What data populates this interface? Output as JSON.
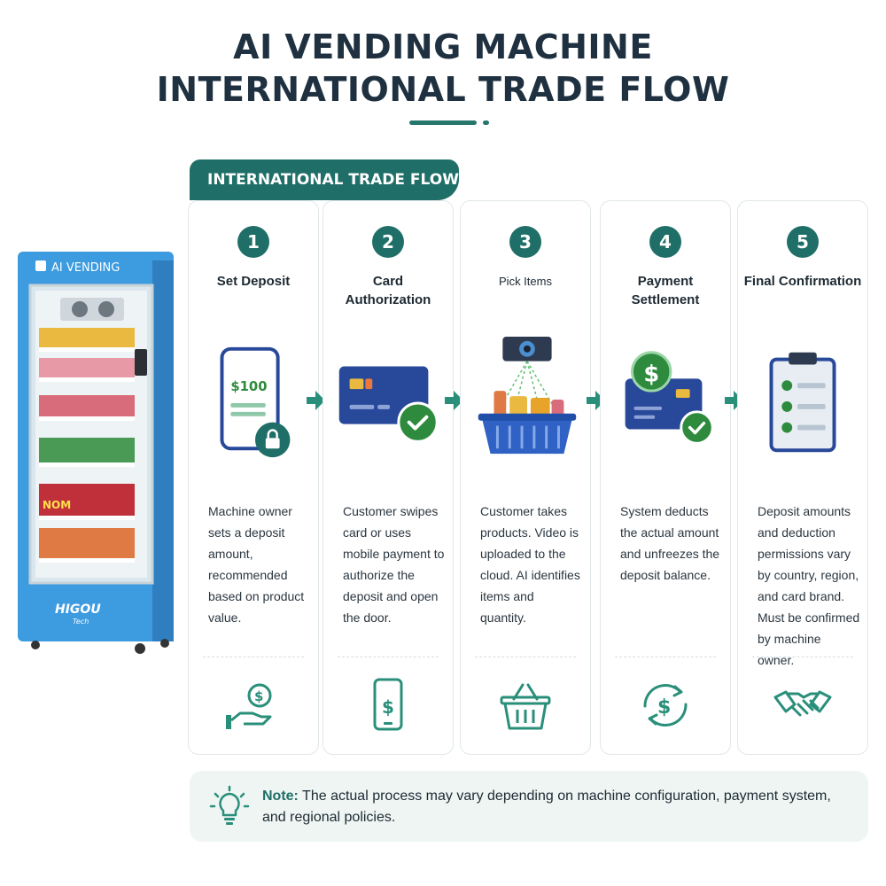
{
  "title": {
    "line1": "AI VENDING MACHINE",
    "line2": "INTERNATIONAL TRADE FLOW"
  },
  "banner": "INTERNATIONAL TRADE FLOW",
  "machine": {
    "header": "AI VENDING",
    "logo_main": "HIGOU",
    "logo_sub": "Tech",
    "shelf_label": "NOM"
  },
  "steps": [
    {
      "number": "1",
      "title": "Set Deposit",
      "illus_text": "$100",
      "description": "Machine owner sets a deposit amount, recommended based on product value."
    },
    {
      "number": "2",
      "title": "Card Authorization",
      "description": "Customer swipes card or uses mobile payment to authorize the deposit and open the door."
    },
    {
      "number": "3",
      "title": "Pick Items",
      "description": "Customer takes products. Video is uploaded to the cloud. AI identifies items and quantity."
    },
    {
      "number": "4",
      "title": "Payment Settlement",
      "description": "System deducts the actual amount and unfreezes the deposit balance."
    },
    {
      "number": "5",
      "title": "Final Confirmation",
      "description": "Deposit amounts and deduction permissions vary by country, region, and card brand. Must be confirmed by machine owner."
    }
  ],
  "note": {
    "label": "Note:",
    "text": "The actual process may vary depending on machine configuration, payment system, and regional policies."
  },
  "colors": {
    "teal": "#1f6f68",
    "accent_teal": "#2a8f7a",
    "green": "#2e8b3e",
    "card_blue": "#28489a",
    "machine_blue": "#3d9be0"
  }
}
